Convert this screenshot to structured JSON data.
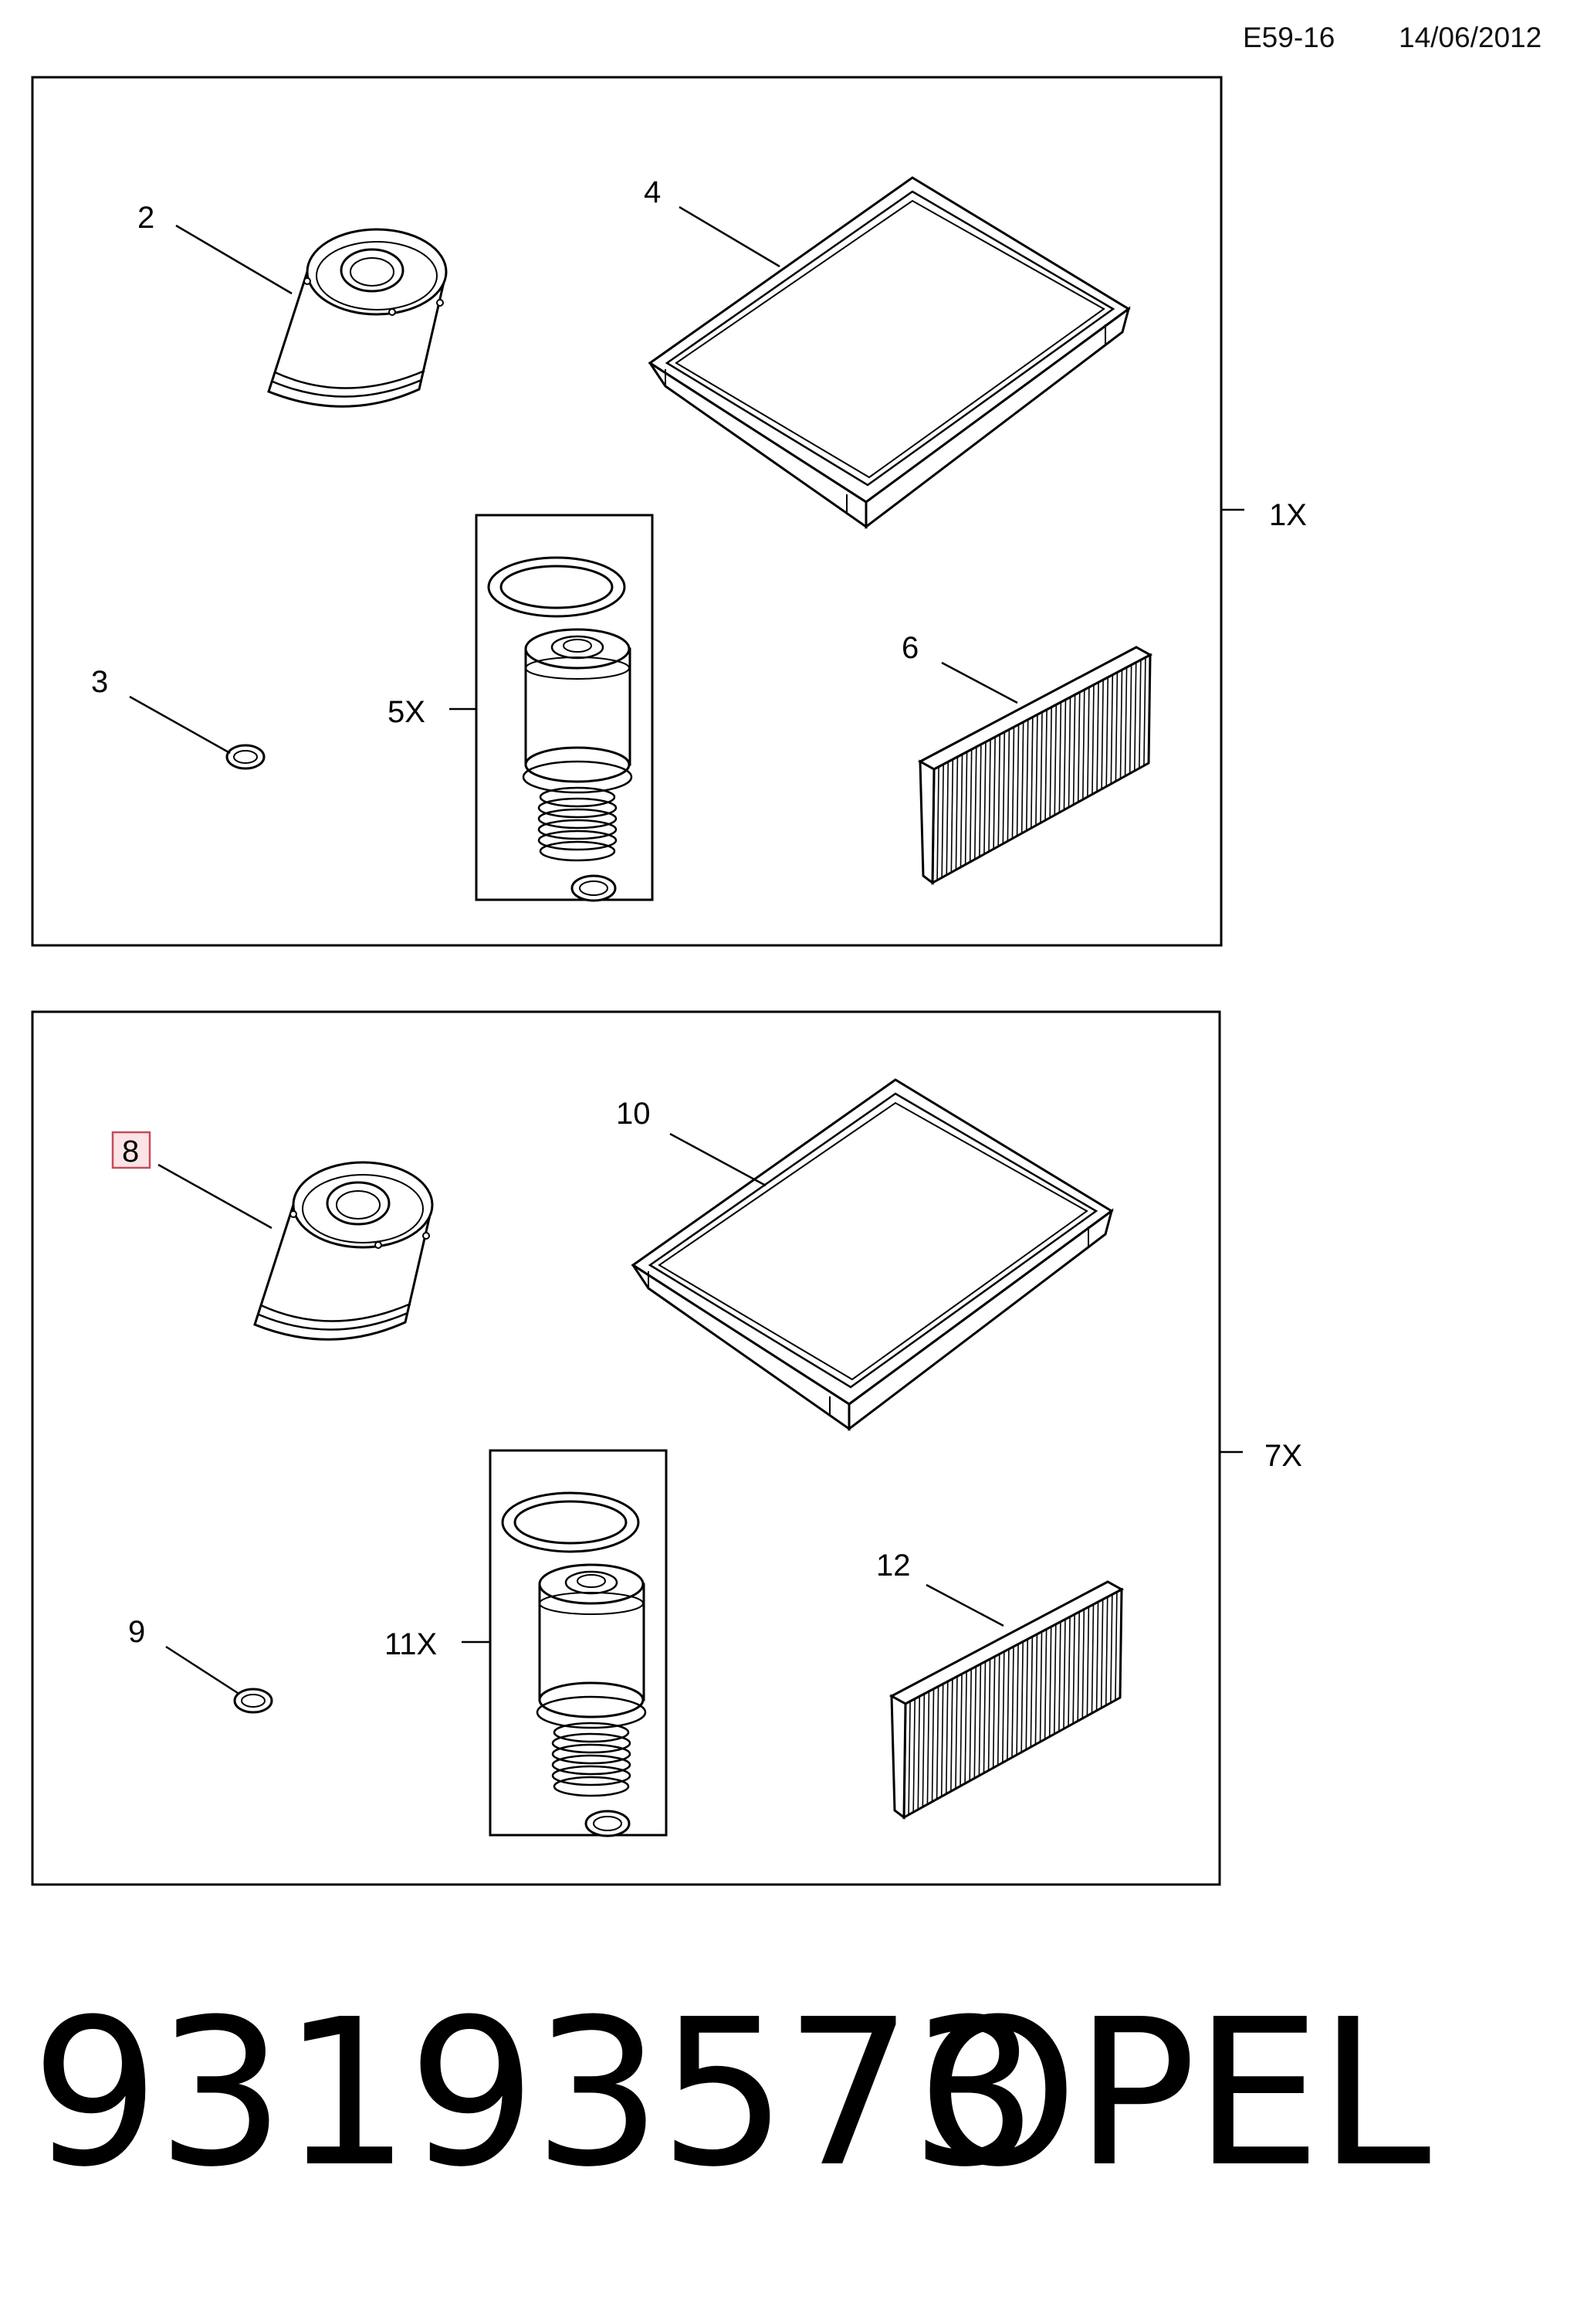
{
  "header": {
    "code": "E59-16",
    "date": "14/06/2012"
  },
  "footer": {
    "part_number": "93193573",
    "make": "OPEL"
  },
  "colors": {
    "highlight_border": "#c84a5a",
    "highlight_fill": "#fbe3e6"
  },
  "groups": [
    {
      "qty_label": "1X",
      "oil_filter": "2",
      "seal": "3",
      "air_filter": "4",
      "fuel_filter_kit": "5X",
      "cabin_filter": "6"
    },
    {
      "qty_label": "7X",
      "oil_filter": "8",
      "seal": "9",
      "air_filter": "10",
      "fuel_filter_kit": "11X",
      "cabin_filter": "12"
    }
  ],
  "highlighted_callout": "8"
}
